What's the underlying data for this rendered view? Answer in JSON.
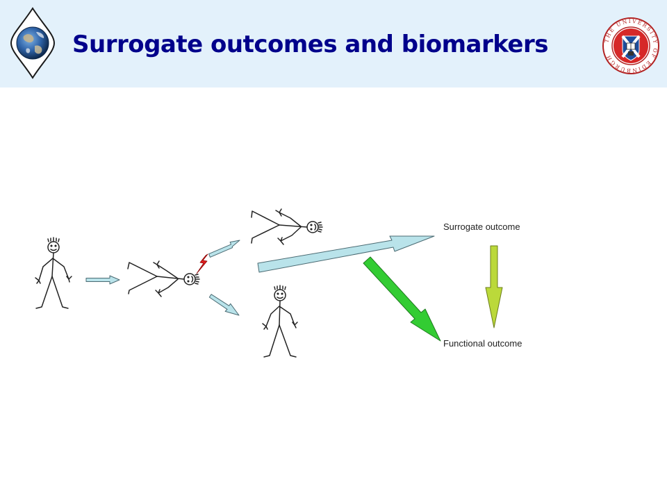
{
  "slide": {
    "title": "Surrogate outcomes and biomarkers",
    "labels": {
      "surrogate": "Surrogate outcome",
      "functional": "Functional outcome"
    },
    "logos": {
      "left": "globe-emblem",
      "right": "university-of-edinburgh-crest",
      "right_ring_text": "THE UNIVERSITY OF EDINBURGH"
    },
    "colors": {
      "header_bg": "#e3f1fb",
      "title": "#00008b",
      "light_blue_arrow": "#b9e3ea",
      "green_arrow": "#33cc33",
      "yellow_green_arrow": "#bbd93a",
      "lightning": "#e02020"
    }
  }
}
